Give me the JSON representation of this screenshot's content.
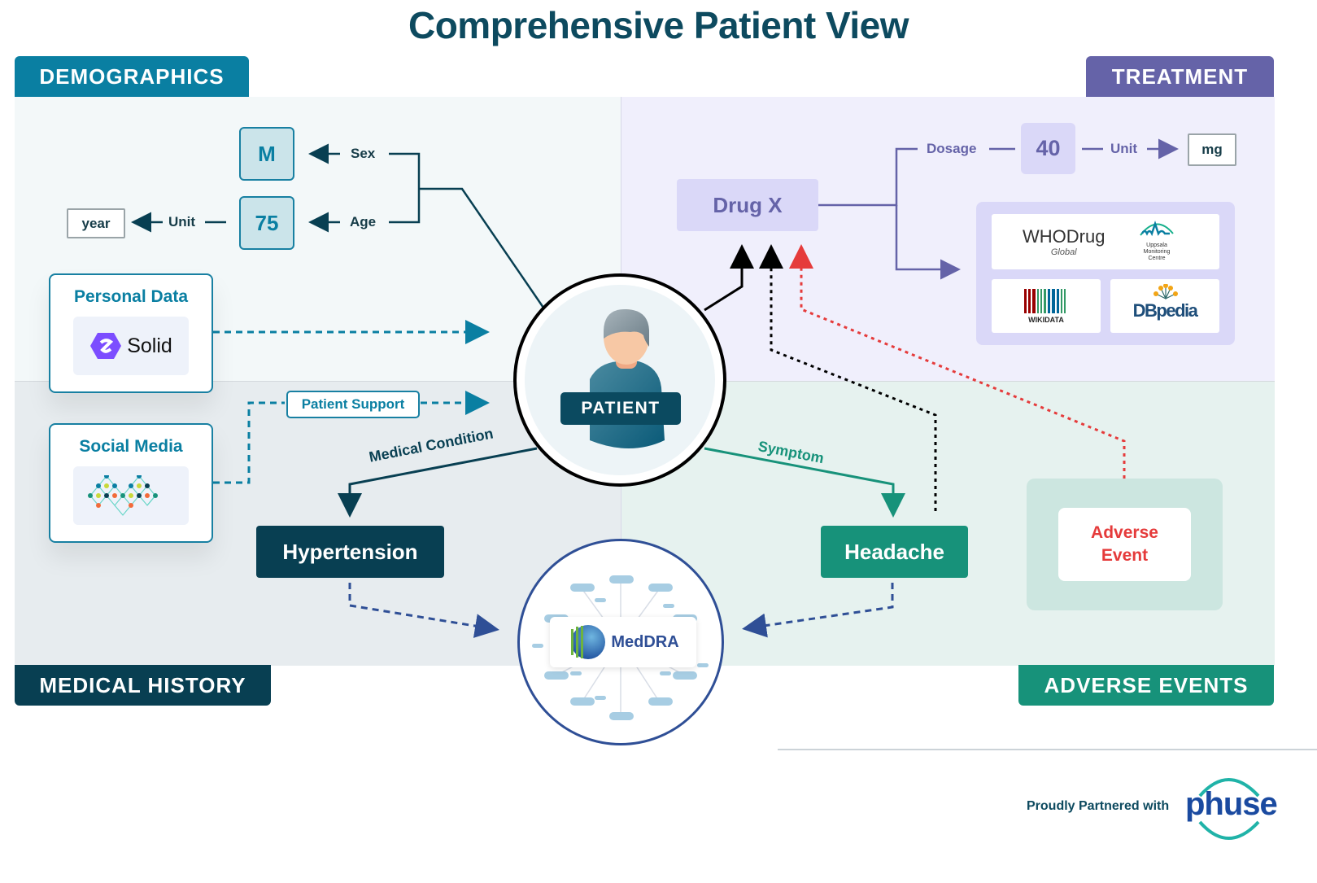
{
  "title": "Comprehensive Patient View",
  "sections": {
    "demographics": "DEMOGRAPHICS",
    "treatment": "TREATMENT",
    "medical_history": "MEDICAL HISTORY",
    "adverse_events": "ADVERSE EVENTS"
  },
  "demographics": {
    "sex_value": "M",
    "sex_label": "Sex",
    "age_value": "75",
    "age_label": "Age",
    "age_unit_label": "Unit",
    "age_unit_value": "year",
    "personal_data": {
      "title": "Personal Data",
      "logo_text": "Solid",
      "icon": "solid-hexagon-icon"
    },
    "social_media": {
      "title": "Social Media",
      "icon": "network-graph-icon"
    },
    "patient_support_label": "Patient Support"
  },
  "patient": {
    "label": "PATIENT",
    "icon": "person-avatar-icon"
  },
  "treatment": {
    "drug": "Drug X",
    "dosage_label": "Dosage",
    "dosage_value": "40",
    "unit_label": "Unit",
    "unit_value": "mg",
    "references": [
      {
        "name": "WHODrug",
        "sub": "Global"
      },
      {
        "name": "Uppsala Monitoring Centre",
        "line1": "Uppsala",
        "line2": "Monitoring",
        "line3": "Centre"
      },
      {
        "name": "WIKIDATA"
      },
      {
        "name": "DBpedia"
      }
    ]
  },
  "medical_history": {
    "edge_label": "Medical Condition",
    "condition": "Hypertension"
  },
  "adverse_events": {
    "edge_label": "Symptom",
    "symptom": "Headache",
    "event_line1": "Adverse",
    "event_line2": "Event"
  },
  "meddra": {
    "label": "MedDRA"
  },
  "footer": {
    "partner_text": "Proudly Partnered with",
    "partner_logo": "phuse"
  },
  "colors": {
    "demographics": "#0a7fa2",
    "treatment": "#6563a8",
    "medical_history": "#083f52",
    "adverse_events": "#17927a",
    "adverse_event_red": "#e53b3b",
    "meddra_blue": "#2f4f96"
  }
}
